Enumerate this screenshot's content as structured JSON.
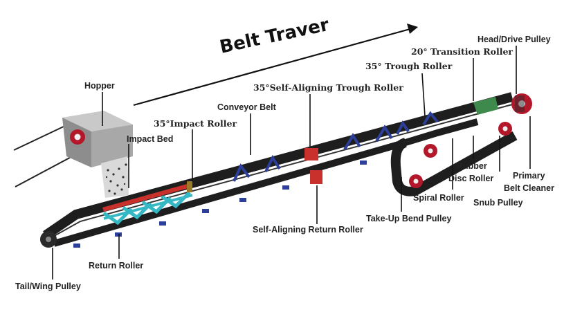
{
  "title": "Belt Traver",
  "labels": {
    "hopper": "Hopper",
    "impact_bed": "Impact Bed",
    "impact_roller": "35°Impact Roller",
    "conveyor_belt": "Conveyor Belt",
    "self_aligning_trough": "35°Self-Aligning Trough Roller",
    "trough_roller": "35° Trough Roller",
    "transition_roller": "20° Transition Roller",
    "head_pulley": "Head/Drive Pulley",
    "rubber_disc_1": "Rubber",
    "rubber_disc_2": "Disc Roller",
    "primary_cleaner_1": "Primary",
    "primary_cleaner_2": "Belt Cleaner",
    "spiral_roller": "Spiral Roller",
    "snub_pulley": "Snub Pulley",
    "takeup_pulley": "Take-Up Bend Pulley",
    "self_aligning_return": "Self-Aligning Return Roller",
    "return_roller": "Return Roller",
    "tail_pulley": "Tail/Wing Pulley"
  },
  "colors": {
    "belt": "#1e1e1e",
    "idler_frame": "#2c3f9a",
    "impact_bed": "#c8312c",
    "impact_frame": "#36b7c4",
    "pulley_red": "#b3182a",
    "hopper": "#9a9a9a",
    "transition": "#3e8a4c"
  }
}
